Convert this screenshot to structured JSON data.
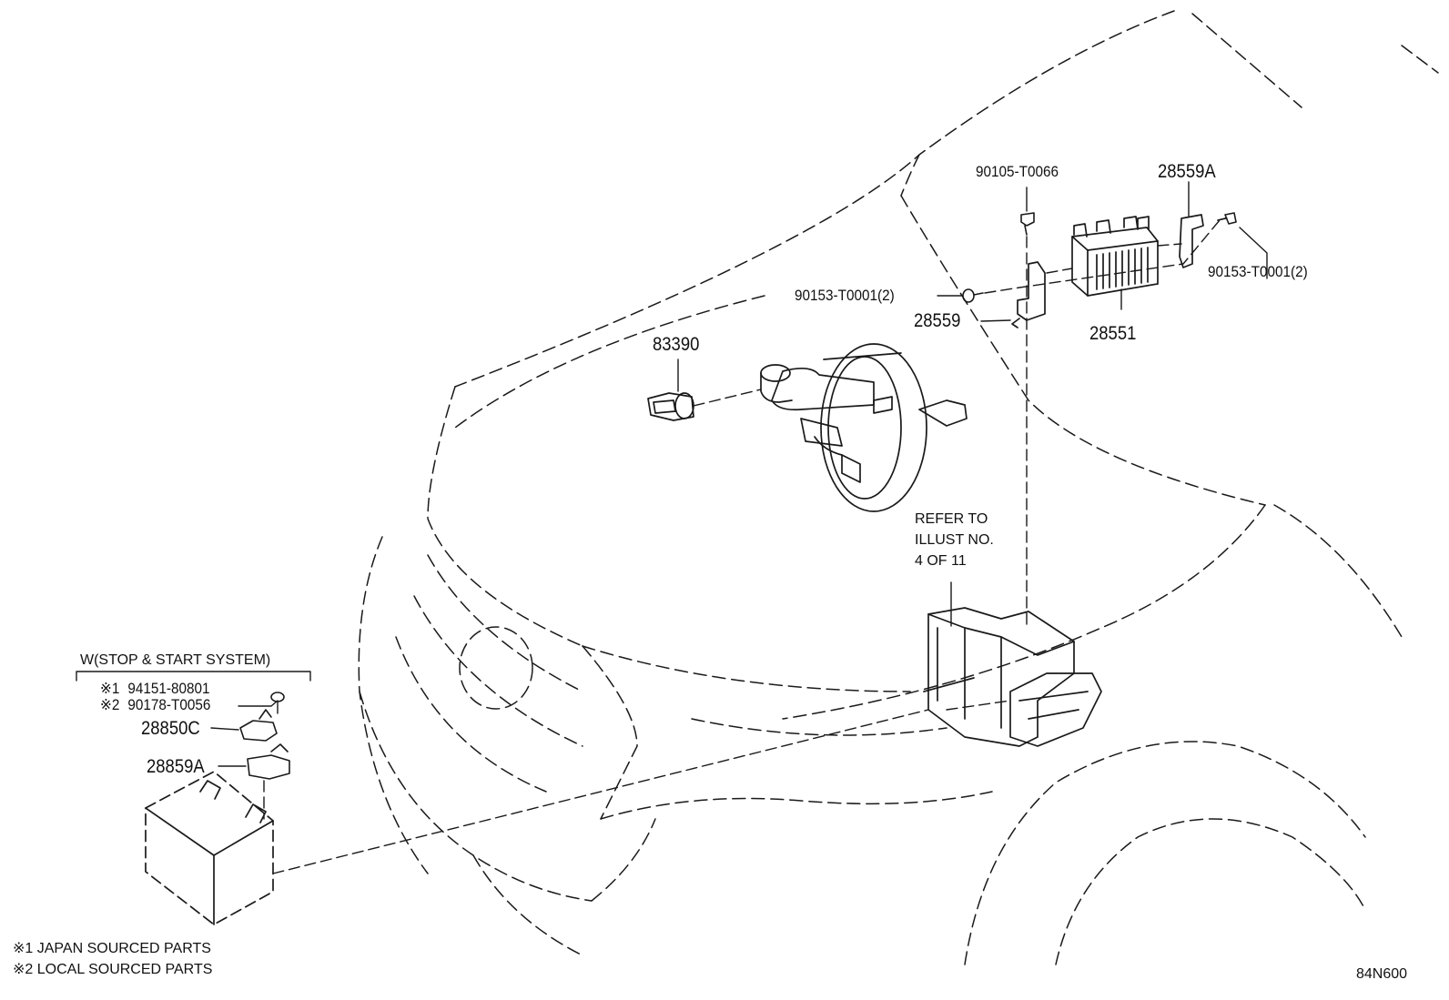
{
  "parts": {
    "p90105": "90105-T0066",
    "p28559A": "28559A",
    "p90153_left": "90153-T0001(2)",
    "p90153_right": "90153-T0001(2)",
    "p28559": "28559",
    "p28551": "28551",
    "p83390": "83390",
    "p28850C": "28850C",
    "p28859A": "28859A"
  },
  "refer_note": {
    "line1": "REFER TO",
    "line2": "ILLUST NO.",
    "line3": "4 OF 11"
  },
  "option_box": {
    "title": "W(STOP & START SYSTEM)",
    "item1_mark": "※1",
    "item1_part": "94151-80801",
    "item2_mark": "※2",
    "item2_part": "90178-T0056"
  },
  "legend": {
    "line1": "※1 JAPAN SOURCED PARTS",
    "line2": "※2 LOCAL SOURCED PARTS"
  },
  "figure_code": "84N600",
  "colors": {
    "ink": "#111111",
    "background": "#ffffff"
  }
}
